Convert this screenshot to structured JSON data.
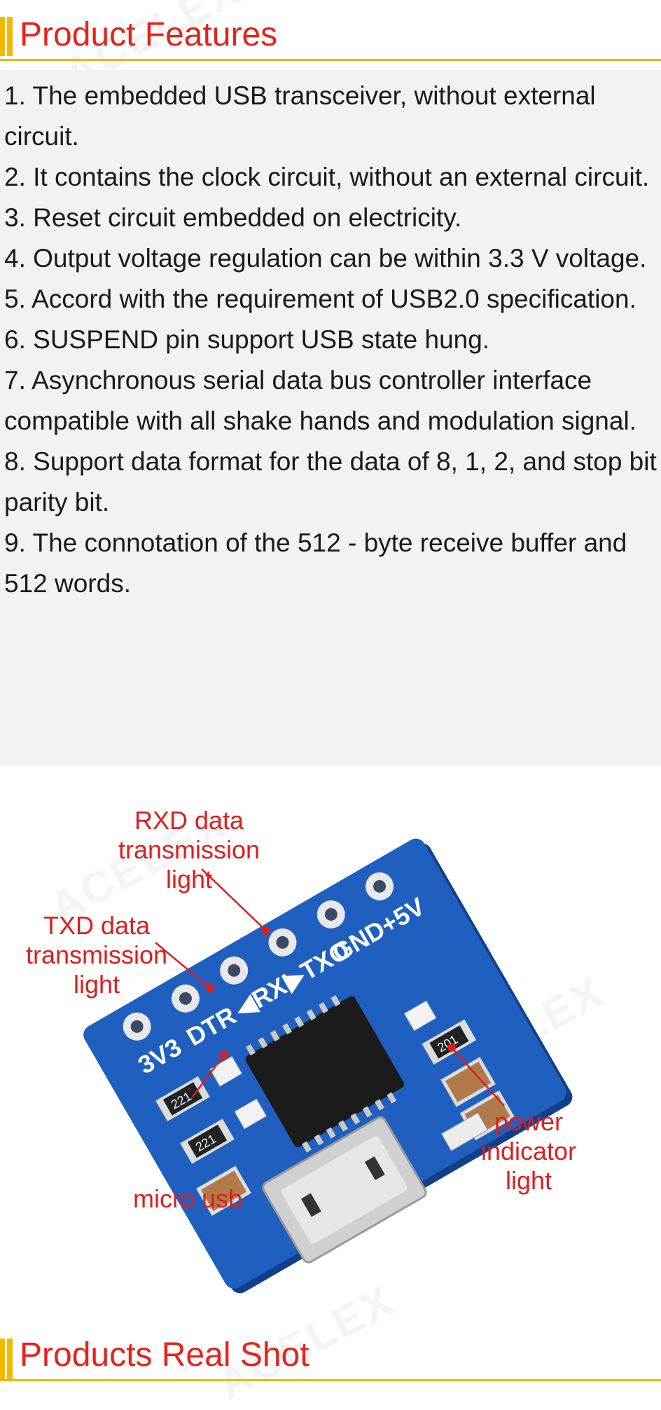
{
  "header_features": {
    "title": "Product Features"
  },
  "features": [
    "1. The embedded USB transceiver, without external circuit.",
    "2. It contains the clock circuit, without an external circuit.",
    "3. Reset circuit embedded on electricity.",
    "4. Output voltage regulation can be within 3.3 V voltage.",
    "5. Accord with the requirement of USB2.0 specification.",
    "6. SUSPEND pin support USB state hung.",
    "7. Asynchronous serial data bus controller interface compatible with all shake hands and modulation signal.",
    "8. Support data format for the data of 8, 1, 2, and stop bit parity bit.",
    "9. The connotation of the 512 - byte receive buffer and 512 words."
  ],
  "board": {
    "pin_labels": [
      "3V3",
      "DTR",
      "◀RXI",
      "▶TXO",
      "GND",
      "+5V"
    ],
    "resistor_code": "221",
    "resistor_code_2": "201",
    "colors": {
      "pcb": "#1f5fbf",
      "pcb_edge": "#123f8a",
      "pad": "#e8e8e8",
      "chip": "#1b1b1b",
      "cap": "#b07a4a"
    }
  },
  "callouts": {
    "rxd": [
      "RXD data",
      "transmission",
      "light"
    ],
    "txd": [
      "TXD data",
      "transmission",
      "light"
    ],
    "power": [
      "power",
      "indicator",
      "light"
    ],
    "usb": [
      "micro usb"
    ]
  },
  "watermark_text": "ACELEX",
  "header_realshot": {
    "title": "Products Real Shot"
  },
  "colors": {
    "title_red": "#e8211a",
    "accent_gold": "#f0b500",
    "callout_red": "#dd1e1e"
  }
}
